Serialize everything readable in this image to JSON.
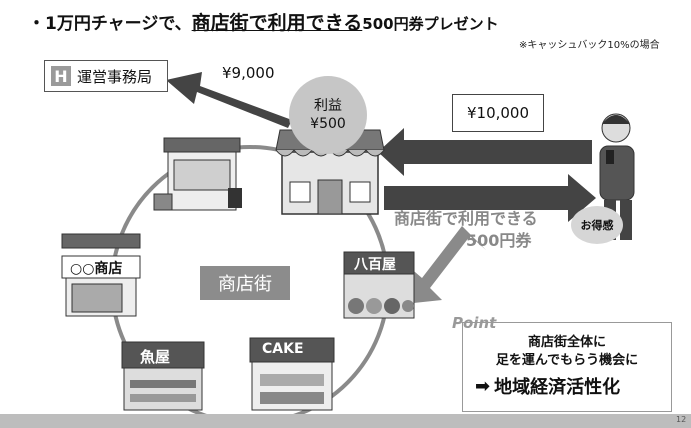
{
  "title": {
    "prefix": "・1万円チャージで、",
    "underlined": "商店街で利用できる",
    "suffix": "500円券プレゼント"
  },
  "note": "※キャッシュバック10%の場合",
  "office": {
    "logo": "H",
    "label": "運営事務局"
  },
  "amount_to_office": "¥9,000",
  "profit_bubble": {
    "line1": "利益",
    "line2": "¥500"
  },
  "charge_amount": "¥10,000",
  "voucher": {
    "line1": "商店街で利用できる",
    "line2": "500円券"
  },
  "otoku": "お得感",
  "center_label": "商店街",
  "shops": {
    "maru_shop": "○○商店",
    "yaoya": "八百屋",
    "sakanaya": "魚屋",
    "cake": "CAKE"
  },
  "point": {
    "logo": "Point",
    "line1": "商店街全体に",
    "line2": "足を運んでもらう機会に",
    "line3": "地域経済活性化"
  },
  "page_number": "12"
}
